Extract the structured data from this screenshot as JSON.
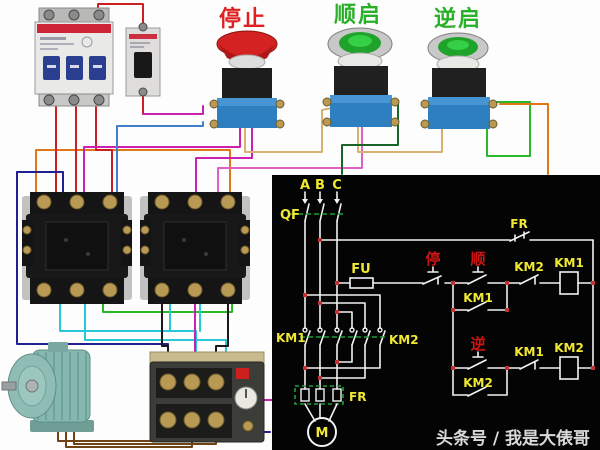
{
  "photo": {
    "stop_button_label": "停止",
    "fwd_button_label": "顺启",
    "rev_button_label": "逆启"
  },
  "schematic": {
    "phases": [
      "A",
      "B",
      "C"
    ],
    "breaker_label": "QF",
    "fuse_label": "FU",
    "thermal_contact_label": "FR",
    "thermal_label": "FR",
    "km1_main_label": "KM1",
    "km2_main_label": "KM2",
    "stop_label": "停",
    "fwd_label": "顺",
    "rev_label": "逆",
    "km1_hold_label": "KM1",
    "km2_hold_label": "KM2",
    "km2_interlock_label": "KM2",
    "km1_interlock_label": "KM1",
    "km1_coil_label": "KM1",
    "km2_coil_label": "KM2",
    "motor_label": "M"
  },
  "watermark": {
    "text": "头条号 / 我是大俵哥"
  },
  "colors": {
    "stop_label": "#e02020",
    "start_label": "#28b028",
    "sch_bg": "#040404",
    "sch_line": "#f2f2f2",
    "sch_label": "#f0e832",
    "sch_red": "#cc1616",
    "sch_dash": "#1f9e3c",
    "sch_node": "#c03030",
    "watermark": "#d9d9d9",
    "wire_red": "#cc2020",
    "wire_orange": "#e07818",
    "wire_magenta": "#cc20b0",
    "wire_pink": "#e060c8",
    "wire_blue": "#4080c8",
    "wire_darkblue": "#202090",
    "wire_cyan": "#28c8d8",
    "wire_green": "#28b828",
    "wire_darkgreen": "#1a6428",
    "wire_tan": "#d8b070",
    "wire_brown": "#6e4414",
    "wire_black": "#1a1a1a",
    "button_base_blue": "#2e7fc0",
    "breaker_toggle_blue": "#2a3f8f",
    "motor_teal": "#86b8b0",
    "relay_tan": "#c9bb8e",
    "cap_red": "#d42222",
    "cap_green": "#1fa32a"
  }
}
